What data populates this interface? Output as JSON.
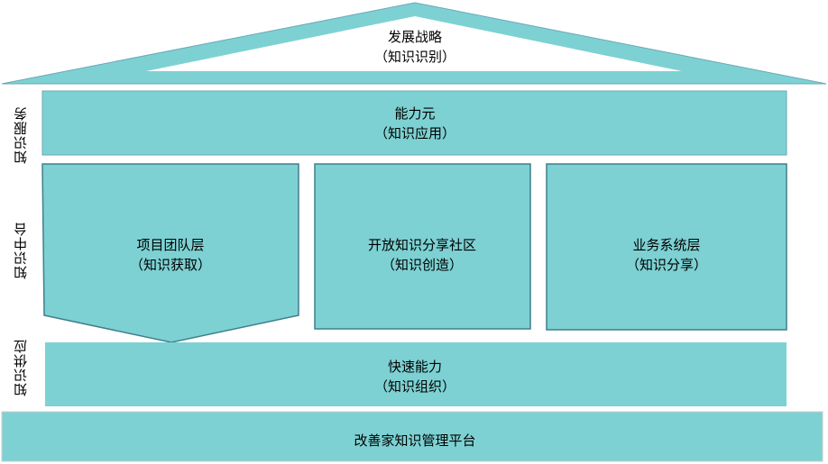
{
  "colors": {
    "fill": "#7dd1d3",
    "edge": "#3f7f8c"
  },
  "roof": {
    "title": "发展战略",
    "subtitle": "（知识识别）"
  },
  "side_labels": [
    "知识服务",
    "知识中台",
    "知识供应"
  ],
  "band_top": {
    "title": "能力元",
    "subtitle": "（知识应用）"
  },
  "columns": [
    {
      "title": "项目团队层",
      "subtitle": "（知识获取）"
    },
    {
      "title": "开放知识分享社区",
      "subtitle": "（知识创造）"
    },
    {
      "title": "业务系统层",
      "subtitle": "（知识分享）"
    }
  ],
  "band_bottom": {
    "title": "快速能力",
    "subtitle": "（知识组织）"
  },
  "foundation": {
    "title": "改善家知识管理平台"
  }
}
